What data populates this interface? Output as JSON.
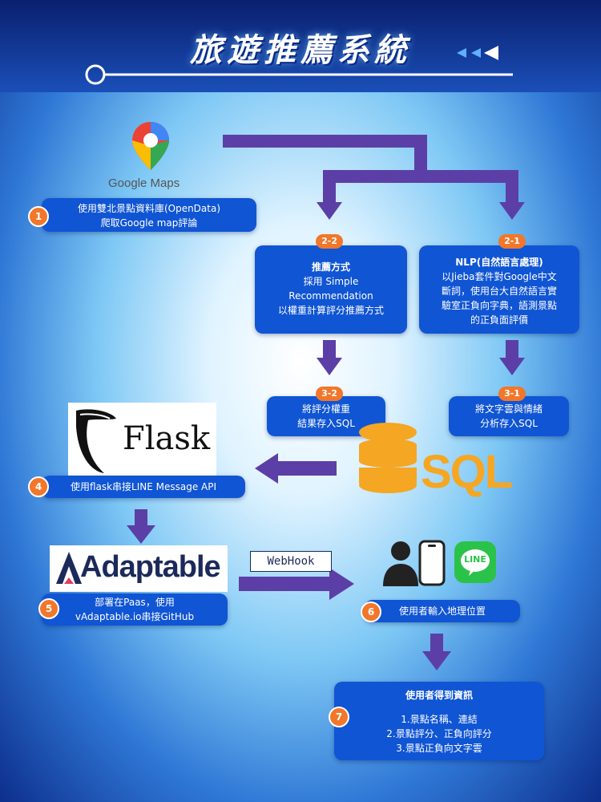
{
  "header": {
    "title": "旅遊推薦系統"
  },
  "logos": {
    "google_maps": "Google Maps",
    "flask": "Flask",
    "adaptable": "Adaptable",
    "sql": "SQL",
    "line": "LINE",
    "webhook": "WebHook"
  },
  "steps": {
    "s1": {
      "num": "1",
      "lines": [
        "使用雙北景點資料庫(OpenData)",
        "爬取Google map評論"
      ]
    },
    "s2_2": {
      "tag": "2-2",
      "lines": [
        "推薦方式",
        "採用 Simple",
        "Recommendation",
        "以權重計算評分推薦方式"
      ]
    },
    "s2_1": {
      "tag": "2-1",
      "lines": [
        "NLP(自然語言處理)",
        "以Jieba套件對Google中文",
        "斷詞，使用台大自然語言實",
        "驗室正負向字典，語測景點",
        "的正負面評價"
      ]
    },
    "s3_2": {
      "tag": "3-2",
      "lines": [
        "將評分權重",
        "結果存入SQL"
      ]
    },
    "s3_1": {
      "tag": "3-1",
      "lines": [
        "將文字雲與情緒",
        "分析存入SQL"
      ]
    },
    "s4": {
      "num": "4",
      "text": "使用flask串接LINE Message API"
    },
    "s5": {
      "num": "5",
      "lines": [
        "部署在Paas，使用",
        "vAdaptable.io串接GitHub"
      ]
    },
    "s6": {
      "num": "6",
      "text": "使用者輸入地理位置"
    },
    "s7": {
      "num": "7",
      "title": "使用者得到資訊",
      "lines": [
        "1.景點名稱、連結",
        "2.景點評分、正負向評分",
        "3.景點正負向文字雲"
      ]
    }
  },
  "colors": {
    "box": "#1055d4",
    "arrow": "#5b3fa6",
    "badge": "#f2772a",
    "sql": "#f5a623",
    "line_green": "#2bc24a"
  }
}
